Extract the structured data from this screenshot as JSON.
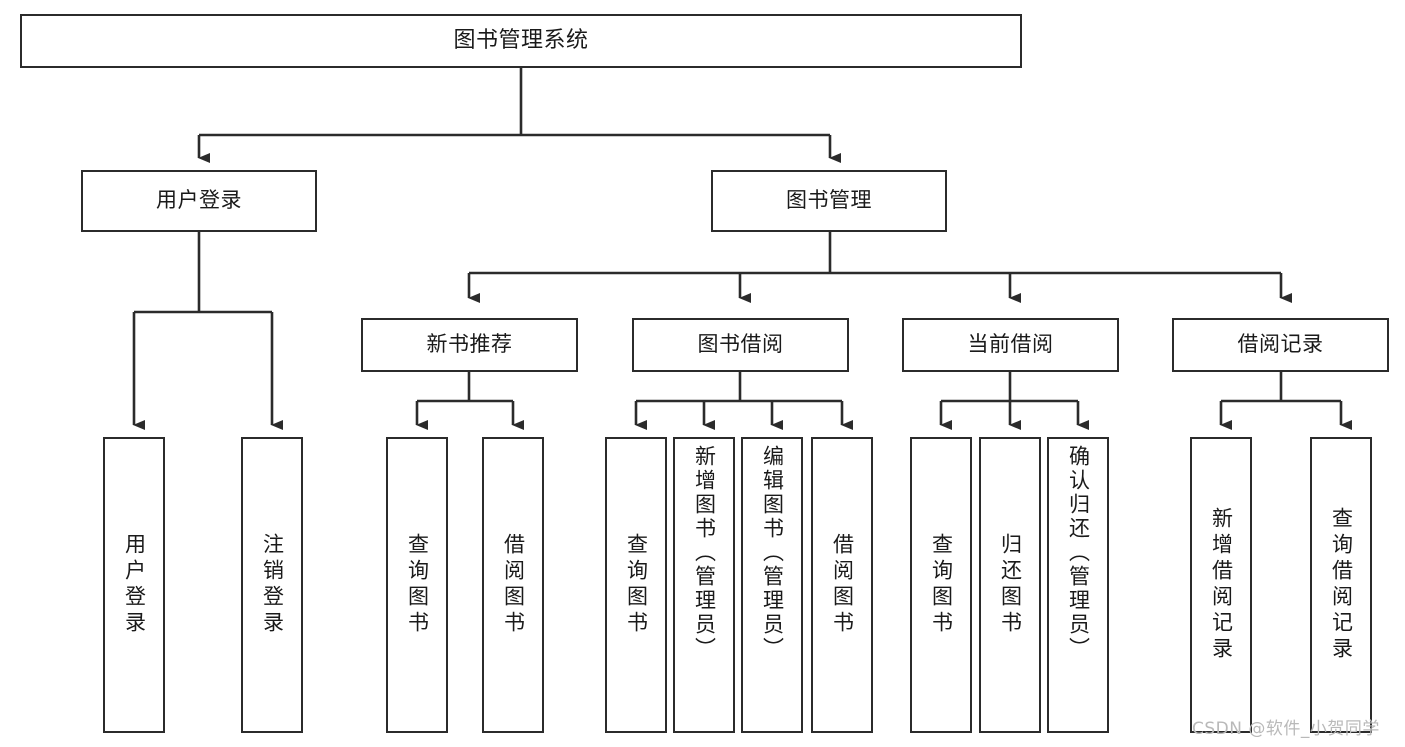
{
  "diagram": {
    "title": "图书管理系统",
    "type": "功能结构图",
    "stroke_color": "#2b2b2b",
    "fill_color": "#ffffff",
    "text_color": "#1a1a1a"
  },
  "nodes": {
    "root": {
      "label": "图书管理系统"
    },
    "level2": [
      {
        "label": "用户登录"
      },
      {
        "label": "图书管理"
      }
    ],
    "level3": [
      {
        "label": "新书推荐"
      },
      {
        "label": "图书借阅"
      },
      {
        "label": "当前借阅"
      },
      {
        "label": "借阅记录"
      }
    ],
    "leaves": {
      "user_login": [
        {
          "label": "用户登录"
        },
        {
          "label": "注销登录"
        }
      ],
      "new_book": [
        {
          "label": "查询图书"
        },
        {
          "label": "借阅图书"
        }
      ],
      "book_borrow": [
        {
          "label": "查询图书"
        },
        {
          "label": "新增图书（管理员）"
        },
        {
          "label": "编辑图书（管理员）"
        },
        {
          "label": "借阅图书"
        }
      ],
      "current_borrow": [
        {
          "label": "查询图书"
        },
        {
          "label": "归还图书"
        },
        {
          "label": "确认归还（管理员）"
        }
      ],
      "borrow_record": [
        {
          "label": "新增借阅记录"
        },
        {
          "label": "查询借阅记录"
        }
      ]
    }
  },
  "watermark": {
    "text": "CSDN @软件_小贺同学"
  }
}
